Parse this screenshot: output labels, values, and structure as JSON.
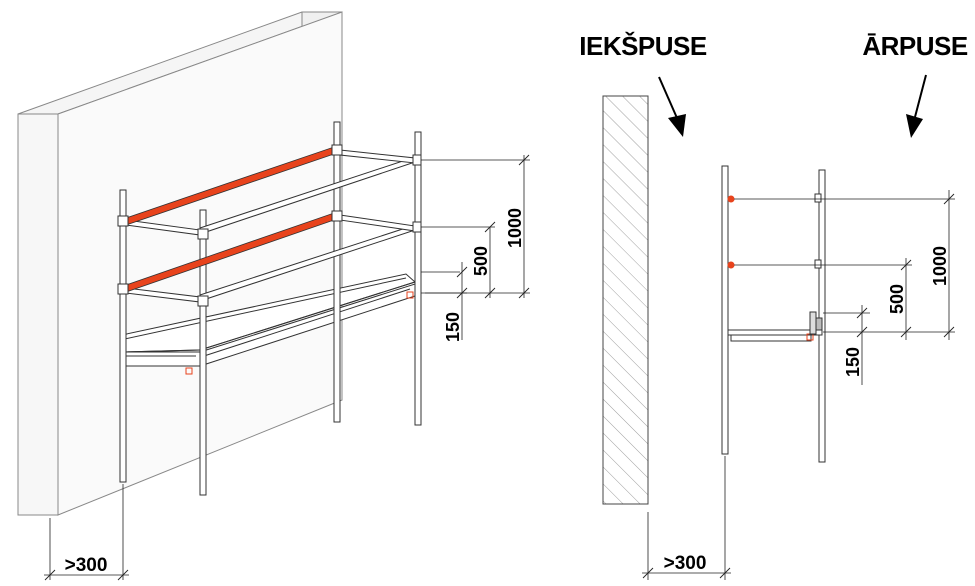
{
  "labels": {
    "inside": "IEKŠPUSE",
    "outside": "ĀRPUSE"
  },
  "dimensions": {
    "left_height_1000": "1000",
    "left_height_500": "500",
    "left_height_150": "150",
    "left_wall_gap": ">300",
    "right_height_1000": "1000",
    "right_height_500": "500",
    "right_height_150": "150",
    "right_wall_gap": ">300"
  },
  "colors": {
    "accent_rail": "#e8431c",
    "line": "#333333",
    "wall_fill": "#f4f4f4"
  }
}
